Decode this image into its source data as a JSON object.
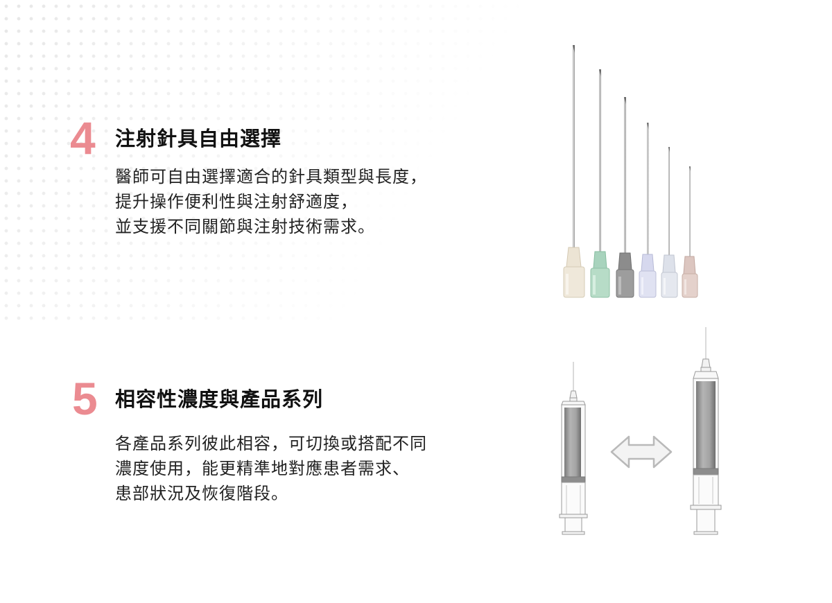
{
  "items": [
    {
      "number": "4",
      "title": "注射針具自由選擇",
      "lines": [
        "醫師可自由選擇適合的針具類型與長度，",
        "提升操作便利性與注射舒適度，",
        "並支援不同關節與注射技術需求。"
      ],
      "illustration_icon": "needles-icon"
    },
    {
      "number": "5",
      "title": "相容性濃度與產品系列",
      "lines": [
        "各產品系列彼此相容，可切換或搭配不同",
        "濃度使用，能更精準地對應患者需求、",
        "患部狀況及恢復階段。"
      ],
      "illustration_icon": "syringes-swap-icon"
    }
  ],
  "colors": {
    "accent_number": "#eb8b91",
    "title": "#111111",
    "body": "#222222"
  }
}
